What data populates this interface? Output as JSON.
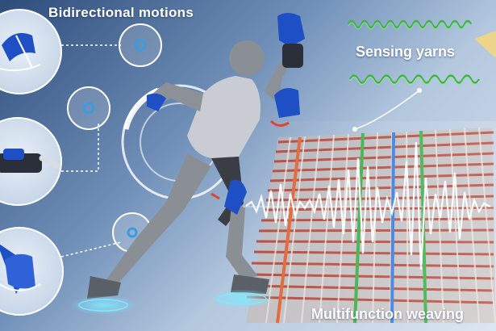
{
  "labels": {
    "bidirectional_motions": "Bidirectional  motions",
    "sensing_yarns": "Sensing yarns",
    "multifunction_weaving": "Multifunction weaving"
  },
  "colors": {
    "actuator_blue": "#1f4fc4",
    "yarn_green": "#3fb24a",
    "weave_red": "#b84436",
    "background_dark": "#2e4c7a",
    "background_light": "#dde6f1"
  },
  "icons": {
    "elbow": "elbow-actuator-icon",
    "hand": "hand-actuator-icon",
    "knee": "knee-actuator-icon",
    "rotation": "rotation-arrow-icon"
  }
}
